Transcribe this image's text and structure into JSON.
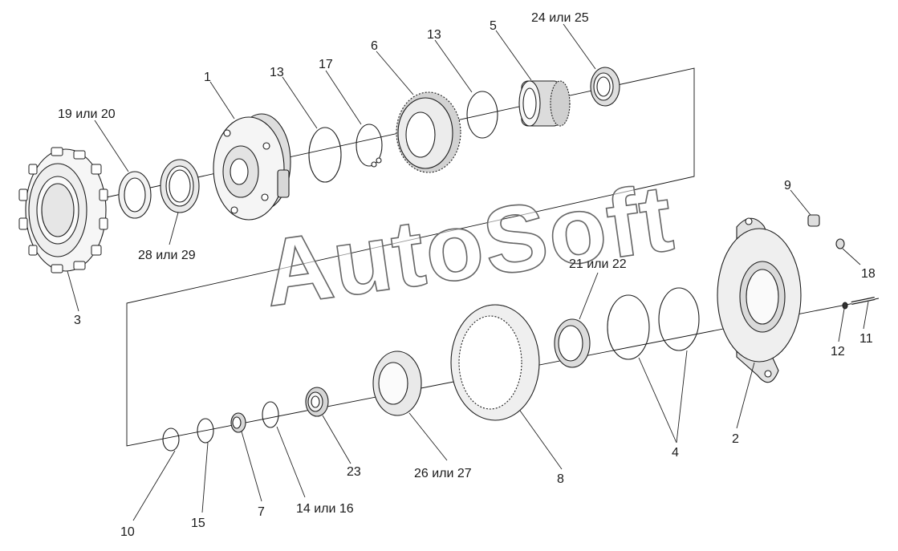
{
  "watermark": "AutoSoft",
  "callouts": {
    "c1": "1",
    "c2": "2",
    "c3": "3",
    "c4": "4",
    "c5": "5",
    "c6": "6",
    "c7": "7",
    "c8": "8",
    "c9": "9",
    "c10": "10",
    "c11": "11",
    "c12": "12",
    "c13a": "13",
    "c13b": "13",
    "c14_16": "14 или 16",
    "c15": "15",
    "c17": "17",
    "c18": "18",
    "c19_20": "19 или 20",
    "c21_22": "21 или 22",
    "c23": "23",
    "c24_25": "24 или 25",
    "c26_27": "26 или 27",
    "c28_29": "28 или 29"
  }
}
